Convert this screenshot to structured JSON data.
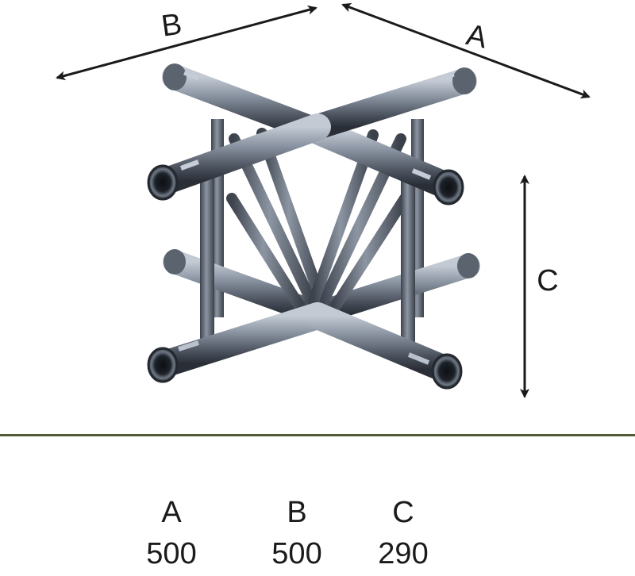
{
  "diagram": {
    "dimension_labels": {
      "a": "A",
      "b": "B",
      "c": "C"
    }
  },
  "colors": {
    "tube_light": "#a9b2bf",
    "tube_mid": "#6d7685",
    "tube_dark": "#2f3540",
    "tube_end": "#1b1f26",
    "line": "#1a1a1a",
    "divider": "#4f5a35"
  },
  "specs": {
    "headers": [
      "A",
      "B",
      "C"
    ],
    "values": [
      "500",
      "500",
      "290"
    ]
  }
}
